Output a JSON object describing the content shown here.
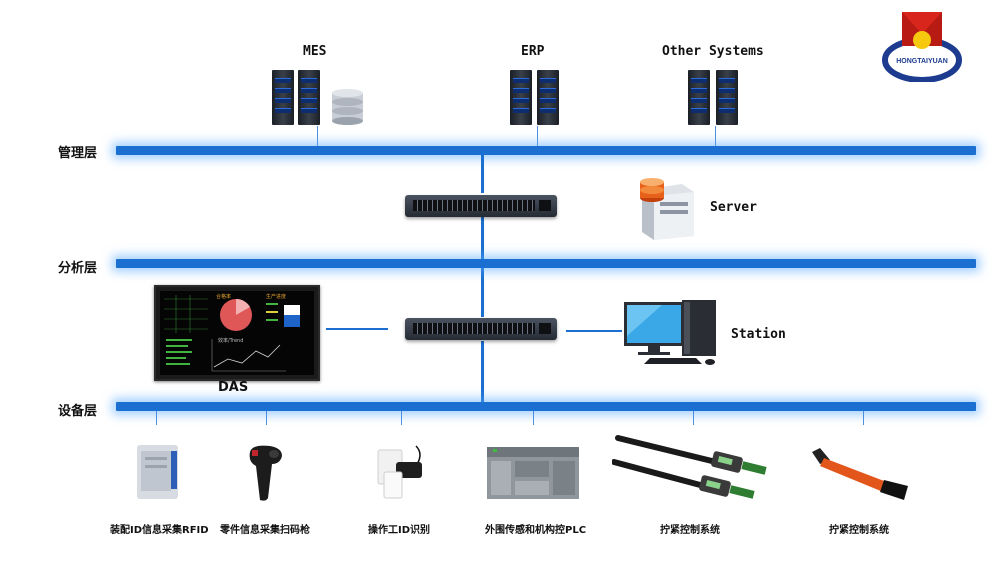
{
  "systems": {
    "mes": "MES",
    "erp": "ERP",
    "other": "Other Systems"
  },
  "logo": {
    "text": "HONGTAIYUAN"
  },
  "layers": {
    "management": "管理层",
    "analysis": "分析层",
    "device": "设备层"
  },
  "nodes": {
    "server": "Server",
    "station": "Station",
    "das": "DAS"
  },
  "das_screen": {
    "panel_title": "合格率",
    "panel_title_2": "生产进度",
    "pie_pct": "",
    "chart_title": "效率/Trend"
  },
  "devices": [
    "装配ID信息采集RFID",
    "零件信息采集扫码枪",
    "操作工ID识别",
    "外围传感和机构控PLC",
    "拧紧控制系统",
    "拧紧控制系统"
  ],
  "colors": {
    "bus": "#1a6fd0",
    "bus_glow": "#5aaaff"
  }
}
